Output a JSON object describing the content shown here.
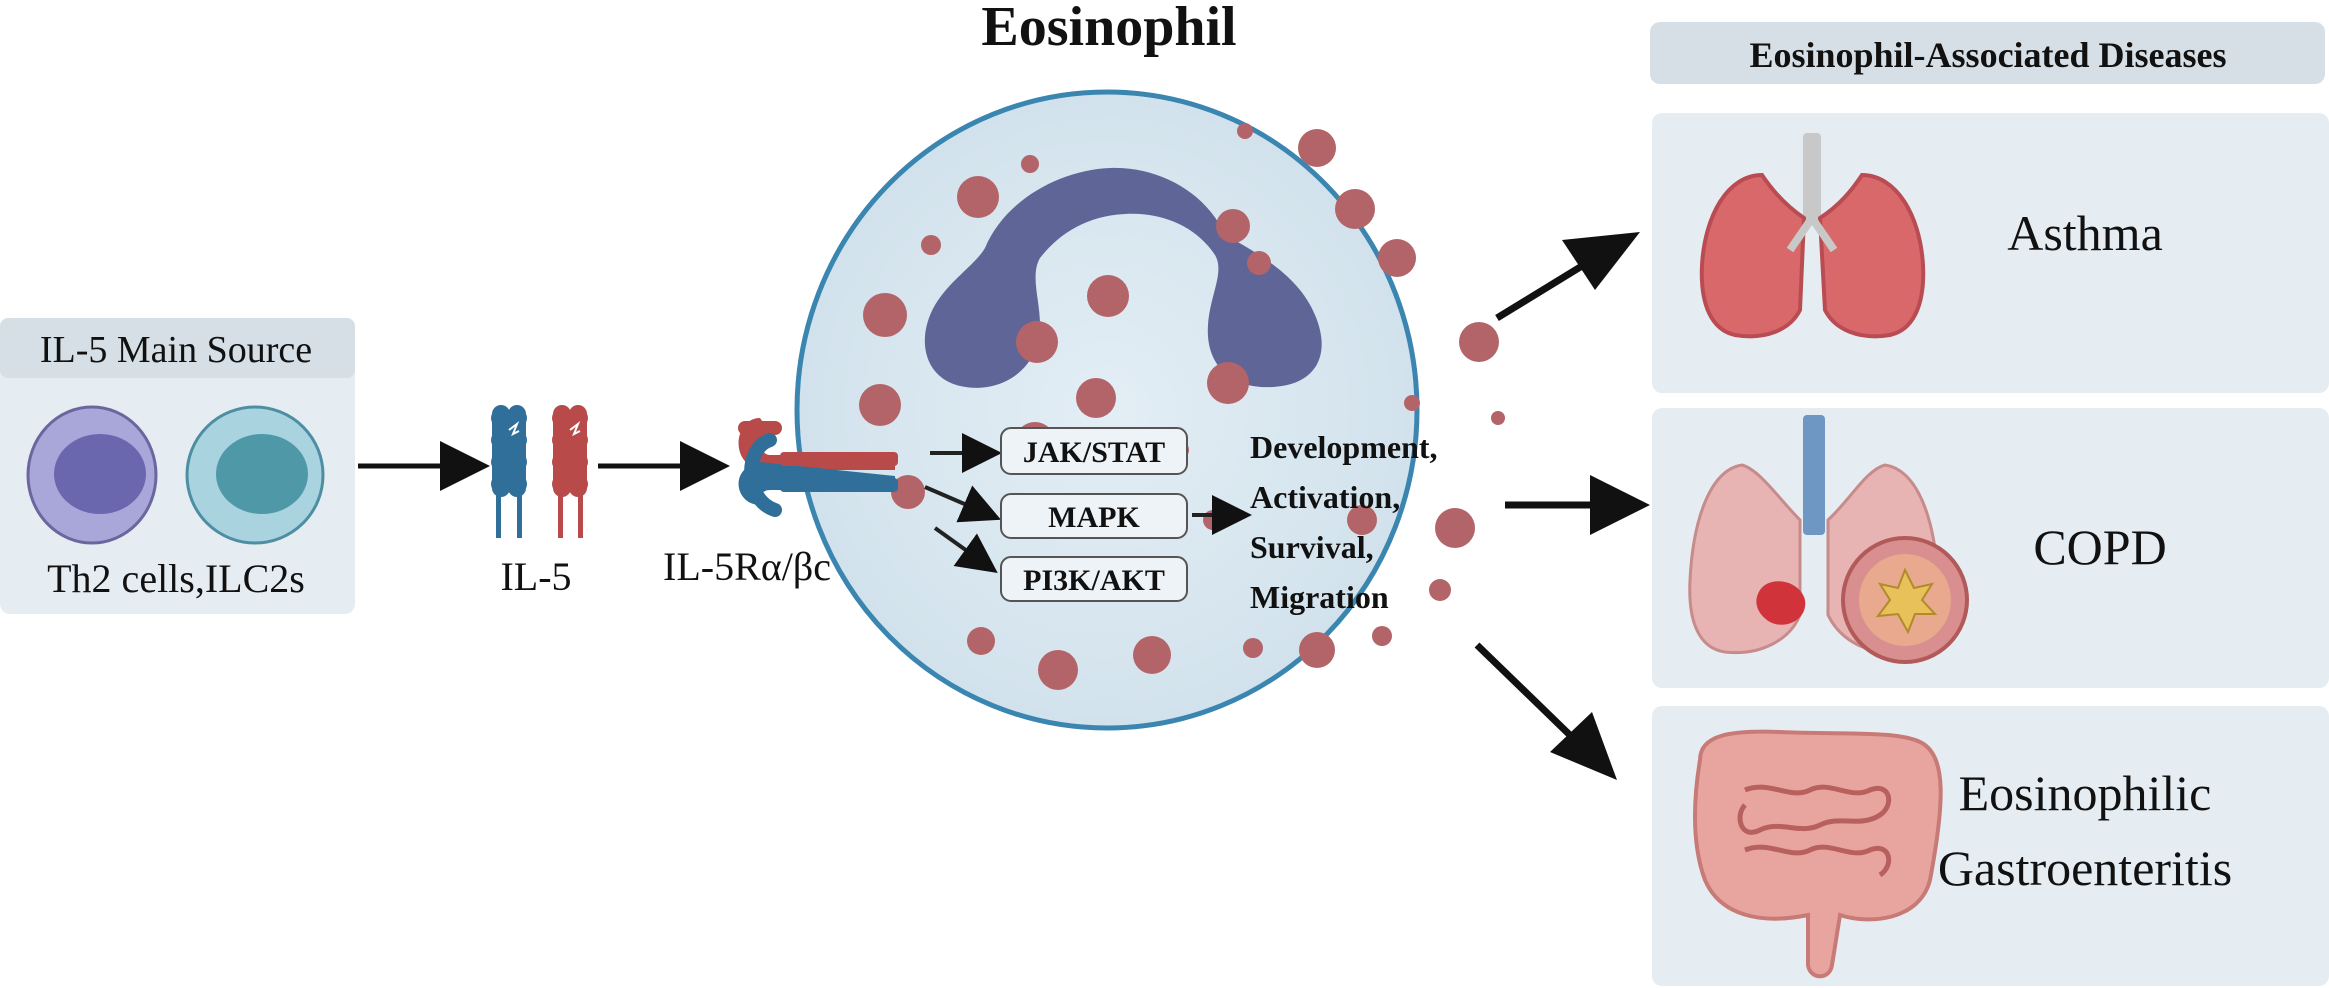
{
  "title": "Eosinophil",
  "source": {
    "heading": "IL-5 Main Source",
    "caption": "Th2 cells,ILC2s"
  },
  "cytokine_label": "IL-5",
  "receptor_label": "IL-5Rα/βc",
  "pathways": [
    "JAK/STAT",
    "MAPK",
    "PI3K/AKT"
  ],
  "outcomes": [
    "Development,",
    "Activation,",
    "Survival,",
    "Migration"
  ],
  "diseases": {
    "heading": "Eosinophil-Associated Diseases",
    "items": [
      {
        "label_lines": [
          "Asthma"
        ],
        "icon": "lungs-icon"
      },
      {
        "label_lines": [
          "COPD"
        ],
        "icon": "copd-lungs-icon"
      },
      {
        "label_lines": [
          "Eosinophilic",
          "Gastroenteritis"
        ],
        "icon": "intestine-icon"
      }
    ]
  },
  "colors": {
    "panel": "#e6edf2",
    "cell_fill": "#dce8f0",
    "cell_border": "#3a86b0",
    "nucleus": "#5f6597",
    "granule": "#b36468",
    "il5_blue": "#2f6f99",
    "il5_red": "#b84a4a"
  }
}
